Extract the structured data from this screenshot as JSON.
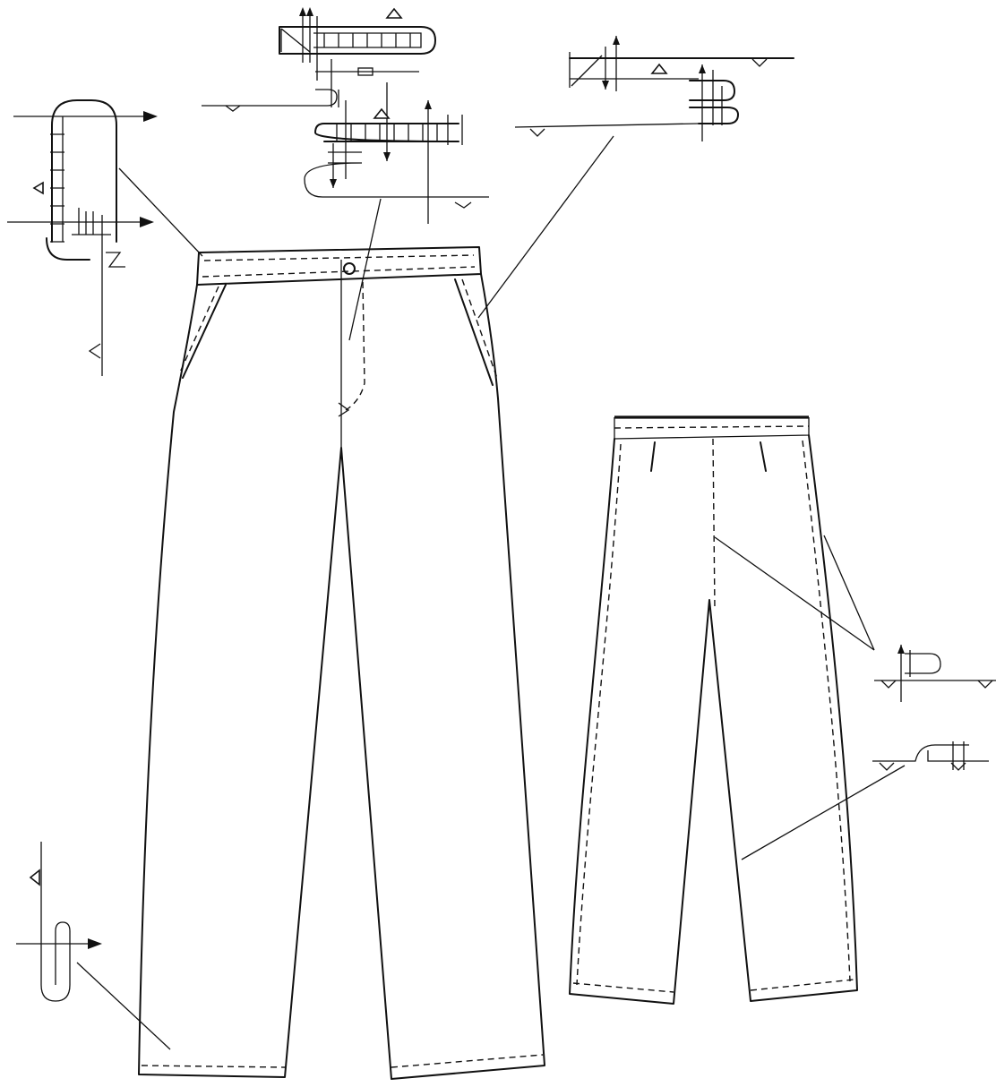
{
  "figure": {
    "views": [
      "front-view",
      "back-view"
    ],
    "callout_count": 7,
    "colors": {
      "line": "#111111",
      "background": "#ffffff"
    }
  }
}
